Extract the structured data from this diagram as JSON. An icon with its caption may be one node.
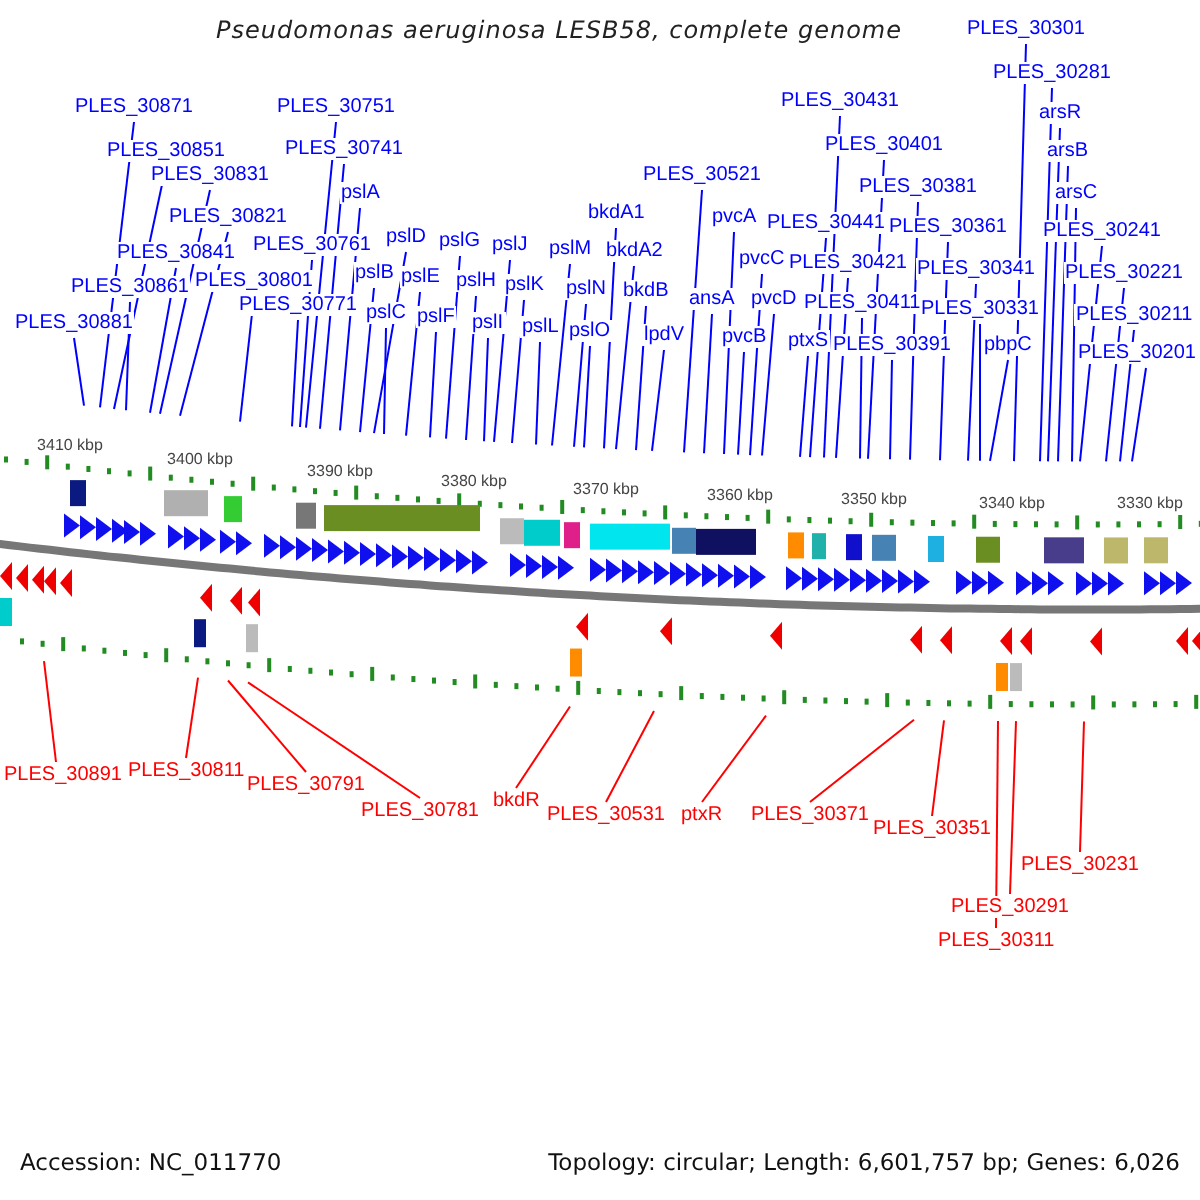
{
  "diagram": {
    "title": "Pseudomonas aeruginosa LESB58, complete genome",
    "nodes": [
      {
        "text": [
          "PLES_30871"
        ]
      },
      {
        "text": [
          "PLES_30851"
        ]
      },
      {
        "text": [
          "PLES_30831"
        ]
      },
      {
        "text": [
          "PLES_30821"
        ]
      },
      {
        "text": [
          "PLES_30841"
        ]
      },
      {
        "text": [
          "PLES_30861"
        ]
      },
      {
        "text": [
          "PLES_30881"
        ]
      },
      {
        "text": [
          "PLES_30751"
        ]
      },
      {
        "text": [
          "PLES_30741"
        ]
      },
      {
        "text": [
          "pslA"
        ]
      },
      {
        "text": [
          "PLES_30761"
        ]
      },
      {
        "text": [
          "PLES_30801"
        ]
      },
      {
        "text": [
          "PLES_30771"
        ]
      },
      {
        "text": [
          "pslD"
        ]
      },
      {
        "text": [
          "pslB"
        ]
      },
      {
        "text": [
          "pslC"
        ]
      },
      {
        "text": [
          "pslG"
        ]
      },
      {
        "text": [
          "pslE"
        ]
      },
      {
        "text": [
          "pslF"
        ]
      },
      {
        "text": [
          "pslJ"
        ]
      },
      {
        "text": [
          "pslH"
        ]
      },
      {
        "text": [
          "pslI"
        ]
      },
      {
        "text": [
          "pslK"
        ]
      },
      {
        "text": [
          "pslL"
        ]
      },
      {
        "text": [
          "pslM"
        ]
      },
      {
        "text": [
          "pslN"
        ]
      },
      {
        "text": [
          "pslO"
        ]
      },
      {
        "text": [
          "bkdA1"
        ]
      },
      {
        "text": [
          "bkdA2"
        ]
      },
      {
        "text": [
          "bkdB"
        ]
      },
      {
        "text": [
          "lpdV"
        ]
      },
      {
        "text": [
          "PLES_30521"
        ]
      },
      {
        "text": [
          "pvcA"
        ]
      },
      {
        "text": [
          "ansA"
        ]
      },
      {
        "text": [
          "pvcC"
        ]
      },
      {
        "text": [
          "pvcD"
        ]
      },
      {
        "text": [
          "pvcB"
        ]
      },
      {
        "text": [
          "PLES_30431"
        ]
      },
      {
        "text": [
          "PLES_30401"
        ]
      },
      {
        "text": [
          "PLES_30381"
        ]
      },
      {
        "text": [
          "PLES_30441"
        ]
      },
      {
        "text": [
          "PLES_30421"
        ]
      },
      {
        "text": [
          "PLES_30411"
        ]
      },
      {
        "text": [
          "ptxS"
        ]
      },
      {
        "text": [
          "PLES_30391"
        ]
      },
      {
        "text": [
          "PLES_30361"
        ]
      },
      {
        "text": [
          "PLES_30341"
        ]
      },
      {
        "text": [
          "PLES_30331"
        ]
      },
      {
        "text": [
          "pbpC"
        ]
      },
      {
        "text": [
          "PLES_30301"
        ]
      },
      {
        "text": [
          "PLES_30281"
        ]
      },
      {
        "text": [
          "arsR"
        ]
      },
      {
        "text": [
          "arsB"
        ]
      },
      {
        "text": [
          "arsC"
        ]
      },
      {
        "text": [
          "PLES_30241"
        ]
      },
      {
        "text": [
          "PLES_30221"
        ]
      },
      {
        "text": [
          "PLES_30211"
        ]
      },
      {
        "text": [
          "PLES_30201"
        ]
      },
      {
        "text": [
          "PLES_30891"
        ]
      },
      {
        "text": [
          "PLES_30811"
        ]
      },
      {
        "text": [
          "PLES_30791"
        ]
      },
      {
        "text": [
          "PLES_30781"
        ]
      },
      {
        "text": [
          "bkdR"
        ]
      },
      {
        "text": [
          "PLES_30531"
        ]
      },
      {
        "text": [
          "ptxR"
        ]
      },
      {
        "text": [
          "PLES_30371"
        ]
      },
      {
        "text": [
          "PLES_30351"
        ]
      },
      {
        "text": [
          "PLES_30231"
        ]
      },
      {
        "text": [
          "PLES_30291"
        ]
      },
      {
        "text": [
          "PLES_30311"
        ]
      }
    ],
    "edges": [
      {
        "from": 0,
        "to": null,
        "arrow": "none"
      },
      {
        "from": 1,
        "to": null,
        "arrow": "none"
      },
      {
        "from": 2,
        "to": null,
        "arrow": "none"
      },
      {
        "from": 3,
        "to": null,
        "arrow": "none"
      },
      {
        "from": 4,
        "to": null,
        "arrow": "none"
      },
      {
        "from": 5,
        "to": null,
        "arrow": "none"
      },
      {
        "from": 6,
        "to": null,
        "arrow": "none"
      },
      {
        "from": 7,
        "to": null,
        "arrow": "none"
      },
      {
        "from": 8,
        "to": null,
        "arrow": "none"
      },
      {
        "from": 9,
        "to": null,
        "arrow": "none"
      },
      {
        "from": 10,
        "to": null,
        "arrow": "none"
      },
      {
        "from": 11,
        "to": null,
        "arrow": "none"
      },
      {
        "from": 12,
        "to": null,
        "arrow": "none"
      },
      {
        "from": 13,
        "to": null,
        "arrow": "none"
      },
      {
        "from": 14,
        "to": null,
        "arrow": "none"
      },
      {
        "from": 15,
        "to": null,
        "arrow": "none"
      },
      {
        "from": 16,
        "to": null,
        "arrow": "none"
      },
      {
        "from": 17,
        "to": null,
        "arrow": "none"
      },
      {
        "from": 18,
        "to": null,
        "arrow": "none"
      },
      {
        "from": 19,
        "to": null,
        "arrow": "none"
      },
      {
        "from": 20,
        "to": null,
        "arrow": "none"
      },
      {
        "from": 21,
        "to": null,
        "arrow": "none"
      },
      {
        "from": 22,
        "to": null,
        "arrow": "none"
      },
      {
        "from": 23,
        "to": null,
        "arrow": "none"
      },
      {
        "from": 24,
        "to": null,
        "arrow": "none"
      },
      {
        "from": 25,
        "to": null,
        "arrow": "none"
      },
      {
        "from": 26,
        "to": null,
        "arrow": "none"
      },
      {
        "from": 27,
        "to": null,
        "arrow": "none"
      },
      {
        "from": 28,
        "to": null,
        "arrow": "none"
      },
      {
        "from": 29,
        "to": null,
        "arrow": "none"
      },
      {
        "from": 30,
        "to": null,
        "arrow": "none"
      },
      {
        "from": 31,
        "to": null,
        "arrow": "none"
      },
      {
        "from": 32,
        "to": null,
        "arrow": "none"
      },
      {
        "from": 33,
        "to": null,
        "arrow": "none"
      },
      {
        "from": 34,
        "to": null,
        "arrow": "none"
      },
      {
        "from": 35,
        "to": null,
        "arrow": "none"
      },
      {
        "from": 36,
        "to": null,
        "arrow": "none"
      },
      {
        "from": 37,
        "to": null,
        "arrow": "none"
      },
      {
        "from": 38,
        "to": null,
        "arrow": "none"
      },
      {
        "from": 39,
        "to": null,
        "arrow": "none"
      },
      {
        "from": 40,
        "to": null,
        "arrow": "none"
      },
      {
        "from": 41,
        "to": null,
        "arrow": "none"
      },
      {
        "from": 42,
        "to": null,
        "arrow": "none"
      },
      {
        "from": 43,
        "to": null,
        "arrow": "none"
      },
      {
        "from": 44,
        "to": null,
        "arrow": "none"
      },
      {
        "from": 45,
        "to": null,
        "arrow": "none"
      },
      {
        "from": 46,
        "to": null,
        "arrow": "none"
      },
      {
        "from": 47,
        "to": null,
        "arrow": "none"
      },
      {
        "from": 48,
        "to": null,
        "arrow": "none"
      },
      {
        "from": 49,
        "to": null,
        "arrow": "none"
      },
      {
        "from": 50,
        "to": null,
        "arrow": "none"
      },
      {
        "from": 51,
        "to": null,
        "arrow": "none"
      },
      {
        "from": 52,
        "to": null,
        "arrow": "none"
      },
      {
        "from": 53,
        "to": null,
        "arrow": "none"
      },
      {
        "from": 54,
        "to": null,
        "arrow": "none"
      },
      {
        "from": 55,
        "to": null,
        "arrow": "none"
      },
      {
        "from": 56,
        "to": null,
        "arrow": "none"
      },
      {
        "from": 57,
        "to": null,
        "arrow": "none"
      },
      {
        "from": 58,
        "to": null,
        "arrow": "none",
        "color": "#ff0000"
      },
      {
        "from": 59,
        "to": null,
        "arrow": "none",
        "color": "#ff0000"
      },
      {
        "from": 60,
        "to": null,
        "arrow": "none",
        "color": "#ff0000"
      },
      {
        "from": 61,
        "to": null,
        "arrow": "none",
        "color": "#ff0000"
      },
      {
        "from": 62,
        "to": null,
        "arrow": "none",
        "color": "#ff0000"
      },
      {
        "from": 63,
        "to": null,
        "arrow": "none",
        "color": "#ff0000"
      },
      {
        "from": 64,
        "to": null,
        "arrow": "none",
        "color": "#ff0000"
      },
      {
        "from": 65,
        "to": null,
        "arrow": "none",
        "color": "#ff0000"
      },
      {
        "from": 66,
        "to": null,
        "arrow": "none",
        "color": "#ff0000"
      },
      {
        "from": 67,
        "to": null,
        "arrow": "none",
        "color": "#ff0000"
      },
      {
        "from": 68,
        "to": null,
        "arrow": "none",
        "color": "#ff0000"
      },
      {
        "from": 69,
        "to": null,
        "arrow": "none",
        "color": "#ff0000"
      }
    ],
    "labels": [
      "3410 kbp",
      "3400 kbp",
      "3390 kbp",
      "3380 kbp",
      "3370 kbp",
      "3360 kbp",
      "3350 kbp",
      "3340 kbp",
      "3330 kbp",
      "Accession: NC_011770",
      "Topology: circular; Length: 6,601,757 bp; Genes: 6,026"
    ]
  }
}
